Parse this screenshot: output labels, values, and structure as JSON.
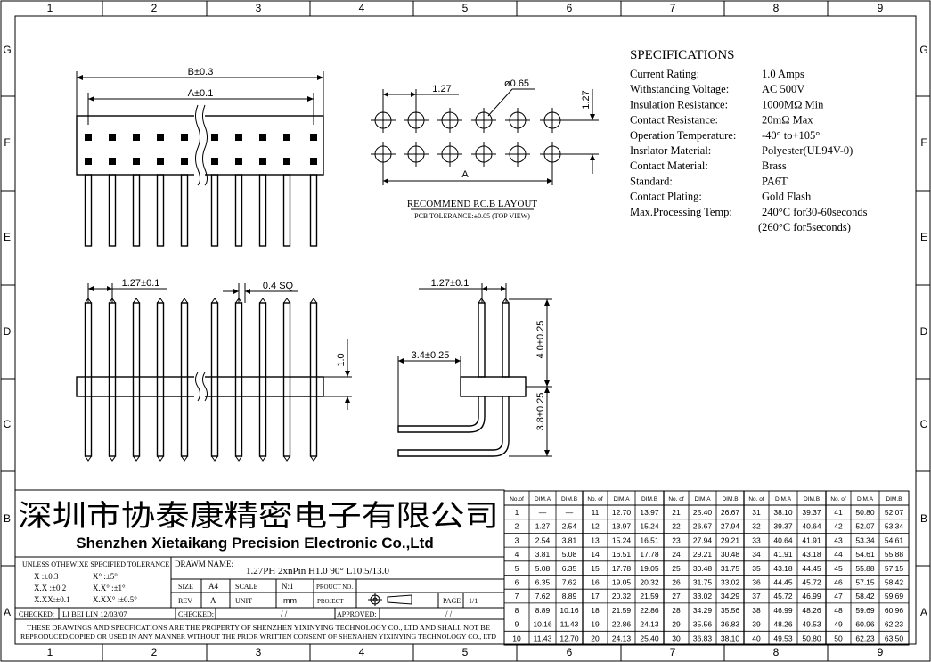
{
  "grid": {
    "columns": [
      "1",
      "2",
      "3",
      "4",
      "5",
      "6",
      "7",
      "8",
      "9"
    ],
    "rows": [
      "G",
      "F",
      "E",
      "D",
      "C",
      "B",
      "A"
    ]
  },
  "front_view": {
    "dim_b": "B±0.3",
    "dim_a": "A±0.1"
  },
  "pcb_layout": {
    "pitch": "1.27",
    "hole": "ø0.65",
    "row_pitch": "1.27",
    "dim": "A",
    "title": "RECOMMEND P.C.B LAYOUT",
    "tolerance": "PCB TOLERANCE:±0.05 (TOP VIEW)"
  },
  "side_view": {
    "pitch": "1.27±0.1",
    "pin_size": "0.4  SQ",
    "body_height": "1.0"
  },
  "right_view": {
    "pitch": "1.27±0.1",
    "offset": "3.4±0.25",
    "upper": "4.0±0.25",
    "lower": "3.8±0.25"
  },
  "specifications": {
    "title": "SPECIFICATIONS",
    "rows": [
      {
        "label": "Current Rating:",
        "value": "1.0 Amps"
      },
      {
        "label": "Withstanding Voltage:",
        "value": "AC 500V"
      },
      {
        "label": "Insulation Resistance:",
        "value": "1000MΩ  Min"
      },
      {
        "label": "Contact Resistance:",
        "value": "20mΩ  Max"
      },
      {
        "label": "Operation Temperature:",
        "value": "-40° to+105°"
      },
      {
        "label": "Insrlator Material:",
        "value": "Polyester(UL94V-0)"
      },
      {
        "label": "Contact Material:",
        "value": "Brass"
      },
      {
        "label": "Standard:",
        "value": "PA6T"
      },
      {
        "label": "Contact Plating:",
        "value": "Gold Flash"
      },
      {
        "label": "Max.Processing Temp:",
        "value": "240°C for30-60seconds"
      },
      {
        "label": "",
        "value": "(260°C for5seconds)"
      }
    ]
  },
  "company": {
    "name_cn": "深圳市协泰康精密电子有限公司",
    "name_en": "Shenzhen Xietaikang Precision Electronic Co.,Ltd"
  },
  "title_block": {
    "tolerance_title": "UNLESS OTHEWIXE SPECIFIED TOLERANCE",
    "tol_rows": [
      {
        "a": "X    :±0.3",
        "b": "X°    :±5°"
      },
      {
        "a": "X.X  :±0.2",
        "b": "X.X°  :±1°"
      },
      {
        "a": "X.XX:±0.1",
        "b": "X.XX° :±0.5°"
      }
    ],
    "drawing_name_label": "DRAWM NAME:",
    "drawing_name": "1.27PH  2xnPin  H1.0 90°  L10.5/13.0",
    "size_label": "SIZE",
    "size": "A4",
    "scale_label": "SCALE",
    "scale": "N:1",
    "product_no_label": "PROUCT NO.",
    "rev_label": "REV",
    "rev": "A",
    "unit_label": "UNIT",
    "unit": "mm",
    "project_label": "PROJECT",
    "page_label": "PAGE",
    "page": "1/1",
    "checked1_label": "CHECKED:",
    "checked1": "LI BEI LIN   12/03/07",
    "checked2_label": "CHECKED:",
    "checked2": "/    /",
    "approved_label": "APPROVED:",
    "approved": "/    /",
    "notice1": "THESE DRAWINGS AND SPECFICATIONS ARE THE PROPERTY OF SHENZHEN YIXINYING TECHNOLOGY CO., LTD AND SHALL NOT BE",
    "notice2": "REPRODUCED,COPIED OR USED IN ANY MANNER WITHOUT THE PRIOR WRITTEN CONSENT OF SHENAHEN YIXINYING TECHNOLOGY CO., LTD"
  },
  "dim_table": {
    "headers": [
      "No.of",
      "DIM.A",
      "DIM.B",
      "No. of",
      "DIM.A",
      "DIM.B",
      "No. of",
      "DIM.A",
      "DIM.B",
      "No. of",
      "DIM.A",
      "DIM.B",
      "No. of",
      "DIM.A",
      "DIM.B"
    ],
    "rows": [
      [
        "1",
        "—",
        "—",
        "11",
        "12.70",
        "13.97",
        "21",
        "25.40",
        "26.67",
        "31",
        "38.10",
        "39.37",
        "41",
        "50.80",
        "52.07"
      ],
      [
        "2",
        "1.27",
        "2.54",
        "12",
        "13.97",
        "15.24",
        "22",
        "26.67",
        "27.94",
        "32",
        "39.37",
        "40.64",
        "42",
        "52.07",
        "53.34"
      ],
      [
        "3",
        "2.54",
        "3.81",
        "13",
        "15.24",
        "16.51",
        "23",
        "27.94",
        "29.21",
        "33",
        "40.64",
        "41.91",
        "43",
        "53.34",
        "54.61"
      ],
      [
        "4",
        "3.81",
        "5.08",
        "14",
        "16.51",
        "17.78",
        "24",
        "29.21",
        "30.48",
        "34",
        "41.91",
        "43.18",
        "44",
        "54.61",
        "55.88"
      ],
      [
        "5",
        "5.08",
        "6.35",
        "15",
        "17.78",
        "19.05",
        "25",
        "30.48",
        "31.75",
        "35",
        "43.18",
        "44.45",
        "45",
        "55.88",
        "57.15"
      ],
      [
        "6",
        "6.35",
        "7.62",
        "16",
        "19.05",
        "20.32",
        "26",
        "31.75",
        "33.02",
        "36",
        "44.45",
        "45.72",
        "46",
        "57.15",
        "58.42"
      ],
      [
        "7",
        "7.62",
        "8.89",
        "17",
        "20.32",
        "21.59",
        "27",
        "33.02",
        "34.29",
        "37",
        "45.72",
        "46.99",
        "47",
        "58.42",
        "59.69"
      ],
      [
        "8",
        "8.89",
        "10.16",
        "18",
        "21.59",
        "22.86",
        "28",
        "34.29",
        "35.56",
        "38",
        "46.99",
        "48.26",
        "48",
        "59.69",
        "60.96"
      ],
      [
        "9",
        "10.16",
        "11.43",
        "19",
        "22.86",
        "24.13",
        "29",
        "35.56",
        "36.83",
        "39",
        "48.26",
        "49.53",
        "49",
        "60.96",
        "62.23"
      ],
      [
        "10",
        "11.43",
        "12.70",
        "20",
        "24.13",
        "25.40",
        "30",
        "36.83",
        "38.10",
        "40",
        "49.53",
        "50.80",
        "50",
        "62.23",
        "63.50"
      ]
    ]
  }
}
